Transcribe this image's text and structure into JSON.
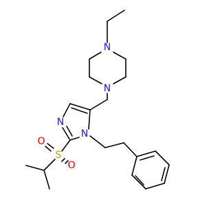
{
  "colors": {
    "bond": "#000000",
    "nitrogen": "#1a1ad6",
    "sulfur": "#b8a000",
    "oxygen": "#e00000",
    "background": "#ffffff"
  },
  "atoms": {
    "piperazine_n_top": "N",
    "piperazine_n_bottom": "N",
    "imidazole_n3": "N",
    "imidazole_n1": "N",
    "sulfonyl_s": "S",
    "sulfonyl_o_left": "O",
    "sulfonyl_o_bottom": "O"
  }
}
